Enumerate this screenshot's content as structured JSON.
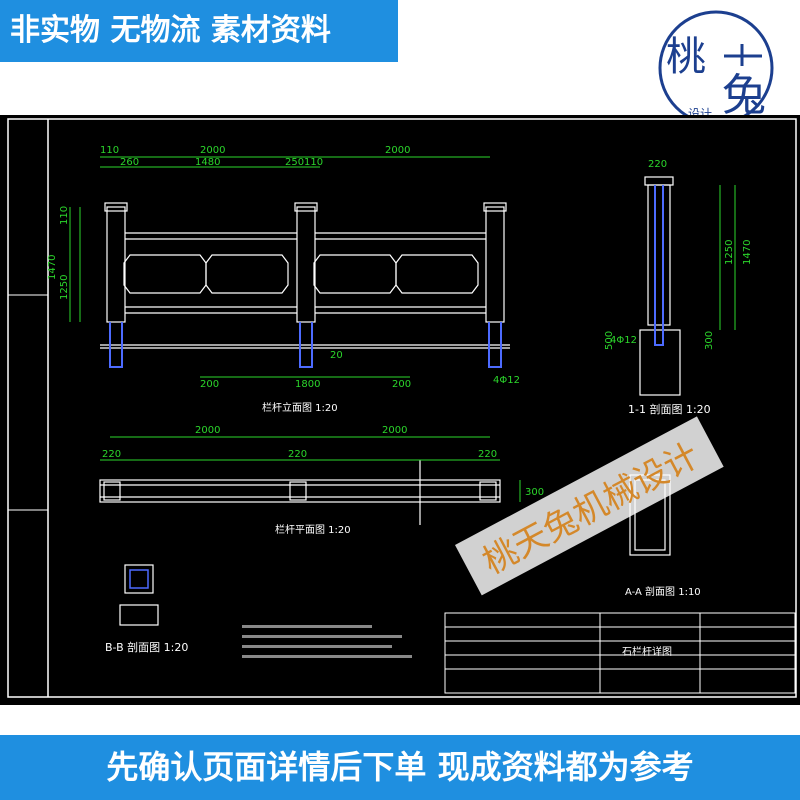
{
  "banner_top": "非实物 无物流 素材资料",
  "banner_bottom": "先确认页面详情后下单 现成资料都为参考",
  "logo": {
    "char_main": "桃",
    "char_sub": "兔",
    "char_design": "设计"
  },
  "watermark": "桃天兔机械设计",
  "drawing": {
    "dims_top": [
      "110",
      "2000",
      "2000",
      "260",
      "1480",
      "250",
      "110"
    ],
    "dims_bottom_elev": [
      "200",
      "1800",
      "200"
    ],
    "dims_left_elev": [
      "1470",
      "1250",
      "110"
    ],
    "dims_plan": [
      "2000",
      "2000",
      "220",
      "220",
      "220",
      "300"
    ],
    "section_right_dims": [
      "220",
      "1470",
      "1250",
      "500",
      "300"
    ],
    "titles": {
      "elevation": "栏杆立面图 1:20",
      "plan": "栏杆平面图 1:20",
      "section_11": "1-1 剖面图 1:20",
      "section_aa": "A-A 剖面图 1:10",
      "section_bb": "B-B 剖面图 1:20"
    },
    "rebar_notes": [
      "4Φ12",
      "4Φ12",
      "20"
    ],
    "title_block": {
      "title": "石栏杆详图"
    }
  }
}
